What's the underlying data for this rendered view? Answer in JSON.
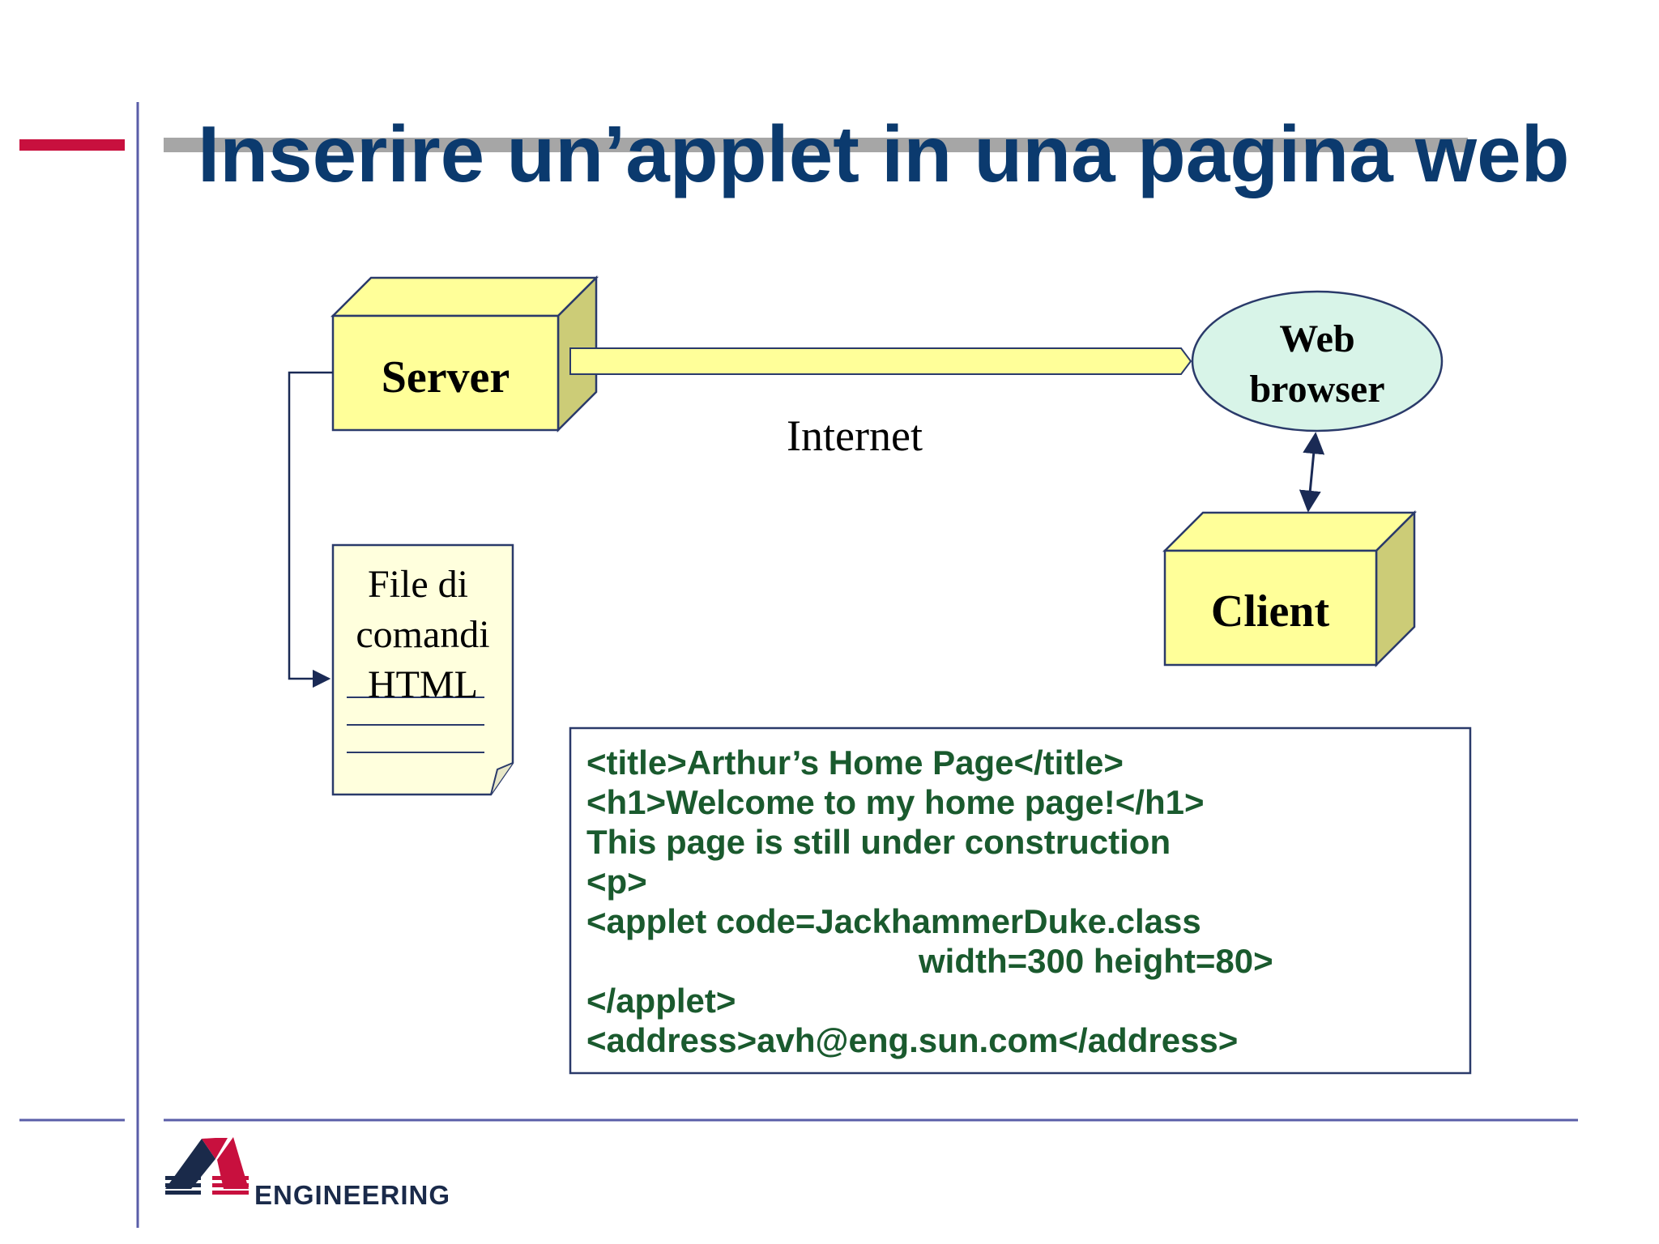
{
  "slide": {
    "title": "Inserire un’applet in una pagina web"
  },
  "diagram": {
    "server_label": "Server",
    "internet_label": "Internet",
    "web_browser_label_line1": "Web",
    "web_browser_label_line2": "browser",
    "client_label": "Client",
    "html_file_label_line1": "File di",
    "html_file_label_line2": "comandi",
    "html_file_label_line3": "HTML"
  },
  "code_box": {
    "lines": [
      "<title>Arthur’s Home Page</title>",
      "<h1>Welcome to my home page!</h1>",
      "This page is still under construction",
      "<p>",
      "<applet  code=JackhammerDuke.class",
      "width=300  height=80>",
      "</applet>",
      "<address>avh@eng.sun.com</address>"
    ]
  },
  "footer": {
    "logo_text": "ENGINEERING"
  },
  "colors": {
    "title": "#0b3a6e",
    "accent_red": "#c8103e",
    "rule_blue": "#5a5ea8",
    "box_fill": "#ffff99",
    "box_side": "#cccc77",
    "bubble_fill": "#d8f4e8",
    "code_text": "#1a5a2e"
  }
}
